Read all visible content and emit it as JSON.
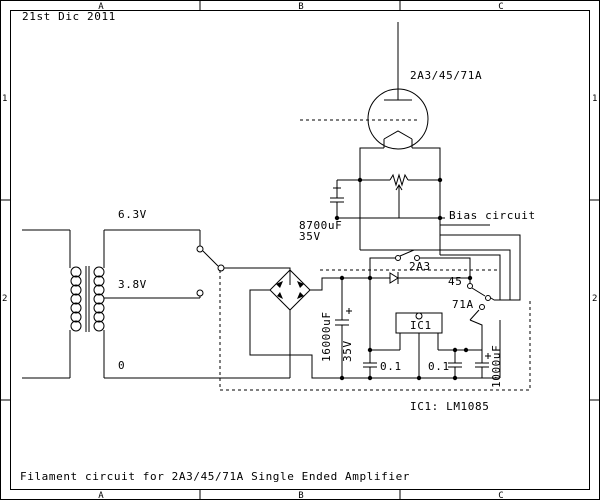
{
  "sheet": {
    "date": "21st Dic 2011",
    "footer": "Filament circuit for 2A3/45/71A Single Ended Amplifier",
    "col_labels": [
      "A",
      "B",
      "C"
    ],
    "row_labels": [
      "1",
      "2"
    ]
  },
  "labels": {
    "tube": "2A3/45/71A",
    "bias": "Bias circuit",
    "cap_bias_value": "8700uF",
    "cap_bias_voltage": "35V",
    "tap_6v3": "6.3V",
    "tap_3v8": "3.8V",
    "tap_0": "0",
    "switch_2a3": "2A3",
    "switch_45": "45",
    "switch_71a": "71A",
    "cap_main_value": "16000uF",
    "cap_main_voltage": "35V",
    "regulator": "IC1",
    "cap_01_left": "0.1",
    "cap_01_right": "0.1",
    "cap_out": "1000uF",
    "ic_note": "IC1: LM1085"
  }
}
